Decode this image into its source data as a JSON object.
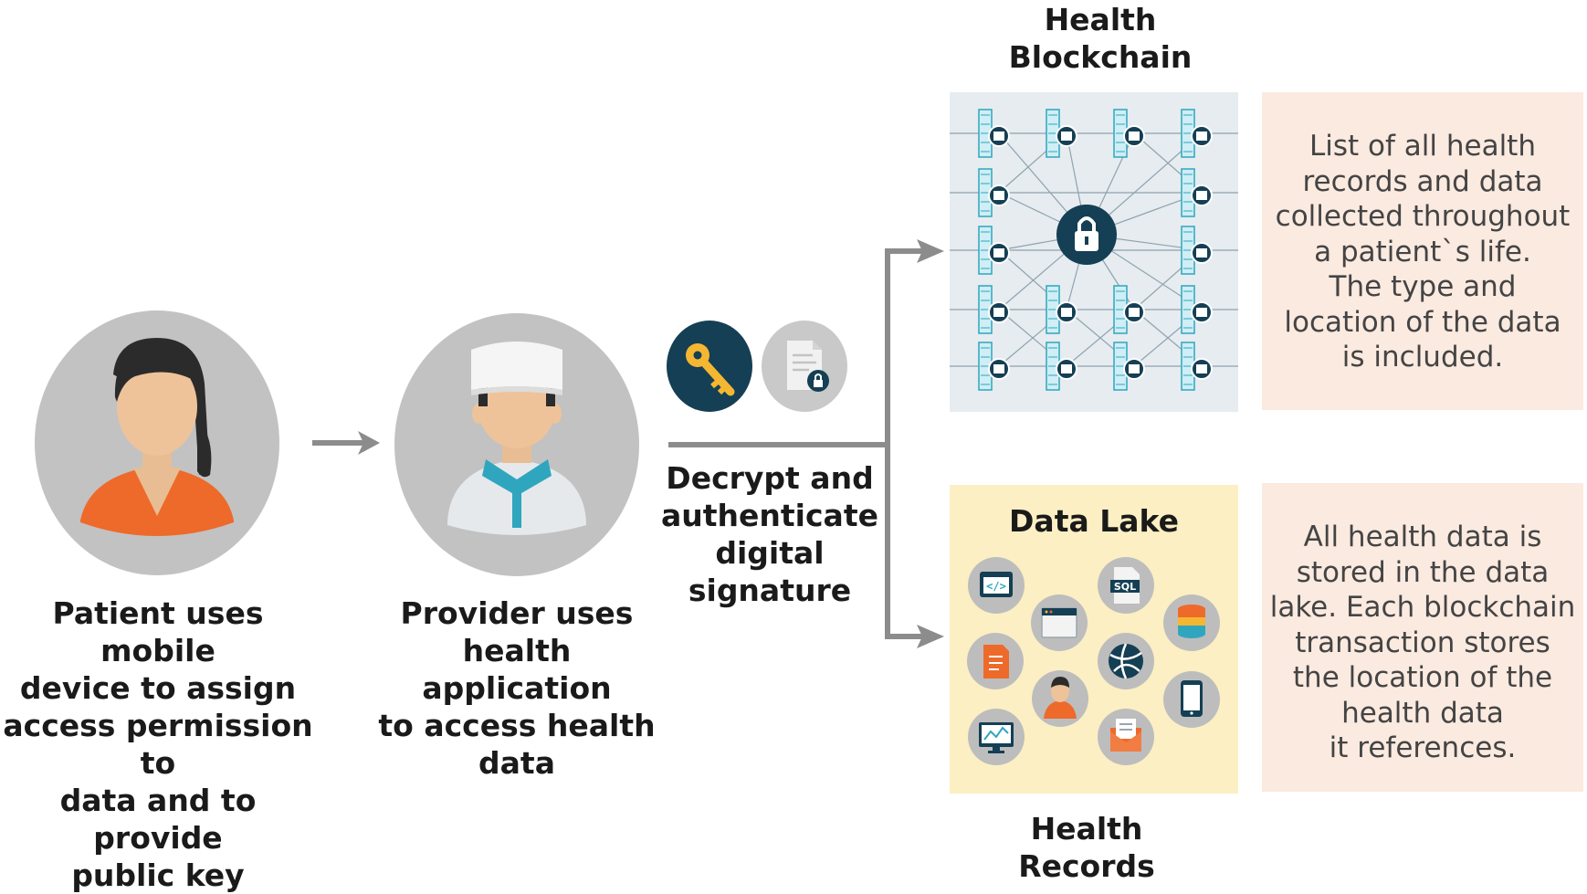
{
  "patient": {
    "caption": "Patient uses mobile\ndevice to assign\naccess permission to\ndata and to provide\npublic key"
  },
  "provider": {
    "caption": "Provider uses\nhealth application\nto access health\ndata"
  },
  "signature": {
    "caption": "Decrypt and\nauthenticate\ndigital\nsignature"
  },
  "blockchain": {
    "title": "Health\nBlockchain",
    "description": "List of all health\nrecords and data\ncollected throughout\na patient`s life.\nThe type and\nlocation of the data\nis included."
  },
  "data_lake": {
    "title": "Data Lake",
    "footer": "Health\nRecords",
    "description": "All health data is\nstored in the data\nlake. Each blockchain\ntransaction stores\nthe location of the\nhealth data\nit references.",
    "icons": [
      "code-icon",
      "sql-icon",
      "browser-icon",
      "database-icon",
      "document-icon",
      "globe-icon",
      "user-icon",
      "tablet-icon",
      "monitor-chart-icon",
      "mail-icon"
    ],
    "sql_label": "SQL"
  },
  "colors": {
    "circle_gray": "#c2c2c2",
    "dark_teal": "#153f54",
    "key_yellow": "#f5b731",
    "arrow_gray": "#8c8c8c",
    "blockchain_bg": "#e6ecf0",
    "lake_bg": "#fbefc3",
    "note_bg": "#fbeae0",
    "orange": "#ee6a2a",
    "teal_accent": "#2fa6be"
  }
}
